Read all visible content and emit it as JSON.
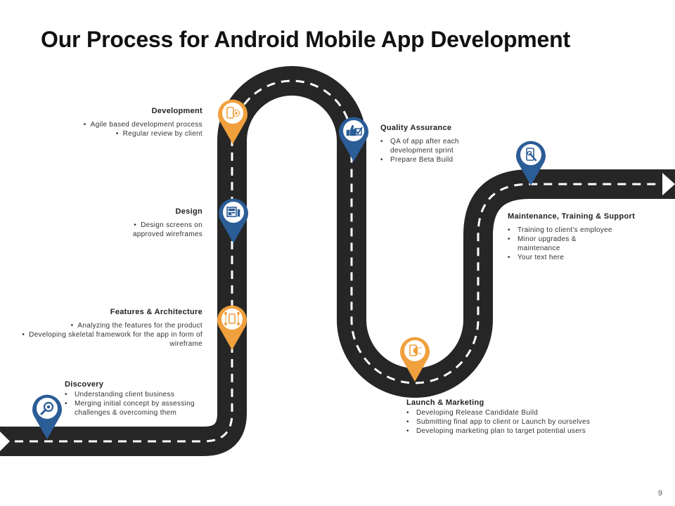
{
  "title": "Our Process for Android Mobile App Development",
  "page_number": "9",
  "colors": {
    "road": "#262626",
    "dash": "#ffffff",
    "orange": "#f0a03c",
    "blue": "#2b5d97"
  },
  "steps": [
    {
      "id": "discovery",
      "heading": "Discovery",
      "bullets": [
        "Understanding client business",
        "Merging initial concept by assessing challenges & overcoming them"
      ],
      "pin_color": "blue",
      "icon": "search-gear-icon"
    },
    {
      "id": "features",
      "heading": "Features & Architecture",
      "bullets": [
        "Analyzing the features for the product",
        "Developing skeletal framework for the app in form of wireframe"
      ],
      "pin_color": "orange",
      "icon": "device-network-icon"
    },
    {
      "id": "design",
      "heading": "Design",
      "bullets": [
        "Design screens on approved wireframes"
      ],
      "pin_color": "blue",
      "icon": "design-screen-icon"
    },
    {
      "id": "development",
      "heading": "Development",
      "bullets": [
        "Agile based development process",
        "Regular review by client"
      ],
      "pin_color": "orange",
      "icon": "phone-gear-icon"
    },
    {
      "id": "qa",
      "heading": "Quality Assurance",
      "bullets": [
        "QA of app after each development sprint",
        "Prepare Beta Build"
      ],
      "pin_color": "blue",
      "icon": "thumbs-up-check-icon"
    },
    {
      "id": "launch",
      "heading": "Launch & Marketing",
      "bullets": [
        "Developing Release Candidate Build",
        "Submitting final app to client or Launch by ourselves",
        "Developing marketing plan to target potential users"
      ],
      "pin_color": "orange",
      "icon": "phone-megaphone-icon"
    },
    {
      "id": "maintenance",
      "heading": "Maintenance, Training & Support",
      "bullets": [
        "Training to client's employee",
        "Minor upgrades & maintenance",
        "Your text here"
      ],
      "pin_color": "blue",
      "icon": "phone-wrench-icon"
    }
  ]
}
